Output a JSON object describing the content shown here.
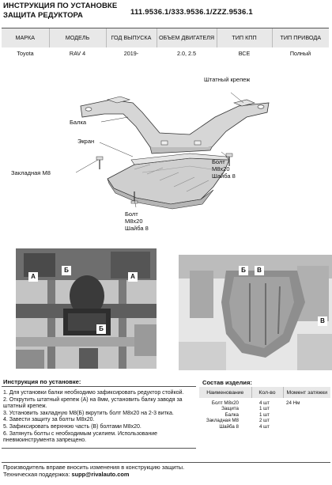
{
  "header": {
    "line1": "ИНСТРУКЦИЯ ПО УСТАНОВКЕ",
    "line2": "ЗАЩИТА РЕДУКТОРА",
    "article": "111.9536.1/333.9536.1/ZZZ.9536.1"
  },
  "spec_table": {
    "headers": [
      "МАРКА",
      "МОДЕЛЬ",
      "ГОД ВЫПУСКА",
      "ОБЪЕМ ДВИГАТЕЛЯ",
      "ТИП КПП",
      "ТИП ПРИВОДА"
    ],
    "row": [
      "Toyota",
      "RAV 4",
      "2019-",
      "2.0, 2.5",
      "ВСЕ",
      "Полный"
    ]
  },
  "diagram": {
    "labels": {
      "stock_mount": "Штатный крепеж",
      "beam": "Балка",
      "screen": "Экран",
      "insert_m8": "Закладная М8",
      "bolt_right": "Болт М8х20 Шайба 8",
      "bolt_bottom": "Болт М8х20 Шайба 8"
    },
    "colors": {
      "part_fill": "#d6d6d6",
      "part_stroke": "#333333"
    }
  },
  "photos": {
    "left_markers": [
      "А",
      "Б",
      "А",
      "Б"
    ],
    "right_markers": [
      "Б",
      "В",
      "В"
    ]
  },
  "instructions": {
    "title": "Инструкция по установке:",
    "steps": [
      "1. Для установки балки необходимо зафиксировать редуктор стойкой.",
      "2. Открутить штатный крепеж (А) на 8мм, установить балку заводя за",
      "штатный крепеж.",
      "3. Установить закладную М8(Б) вкрутить болт М8х20 на 2-3 витка.",
      "4. Завести защиту за болты М8х20.",
      "5. Зафиксировать верхнюю часть (В) болтами М8х20.",
      "6. Затянуть болты с необходимым усилием. Использование",
      "пневмоинструмента запрещено."
    ]
  },
  "kit": {
    "title": "Состав изделия:",
    "headers": [
      "Наименование",
      "Кол-во",
      "Момент затяжки"
    ],
    "rows": [
      {
        "name": "Болт М8х20",
        "qty": "4 шт",
        "torque": "24 Нм"
      },
      {
        "name": "Защита",
        "qty": "1 шт",
        "torque": ""
      },
      {
        "name": "Балка",
        "qty": "1 шт",
        "torque": ""
      },
      {
        "name": "Закладная М8",
        "qty": "2 шт",
        "torque": ""
      },
      {
        "name": "Шайба 8",
        "qty": "4 шт",
        "torque": ""
      }
    ]
  },
  "footer": {
    "line1": "Производитель вправе вносить изменения в конструкцию защиты.",
    "support_label": "Техническая поддержка: ",
    "support_email": "supp@rivalauto.com"
  }
}
